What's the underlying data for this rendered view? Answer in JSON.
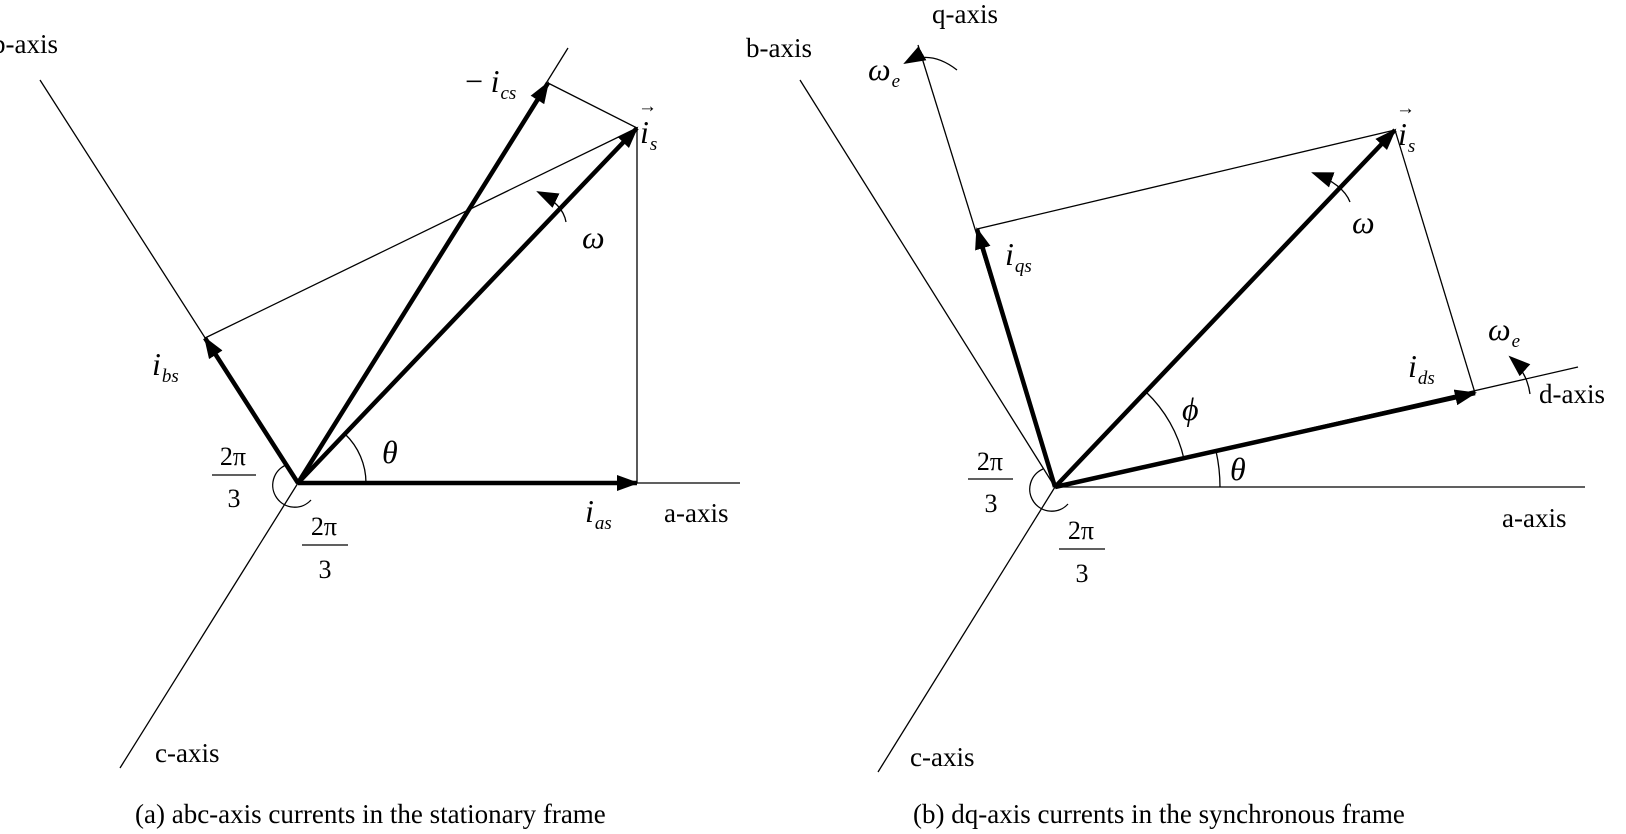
{
  "panel_a": {
    "axes": {
      "a": "a-axis",
      "b": "b-axis",
      "c": "c-axis"
    },
    "vectors": {
      "ias": {
        "main": "i",
        "sub": "as"
      },
      "ibs": {
        "main": "i",
        "sub": "bs"
      },
      "neg_ics": {
        "prefix": "−",
        "main": "i",
        "sub": "cs"
      },
      "is": {
        "main": "i",
        "sub": "s",
        "arrow": "→"
      }
    },
    "angles": {
      "theta": "θ",
      "omega": "ω",
      "two_pi_over_3_left": {
        "num": "2π",
        "den": "3"
      },
      "two_pi_over_3_bottom": {
        "num": "2π",
        "den": "3"
      }
    },
    "caption": "(a)  abc-axis currents in the stationary frame"
  },
  "panel_b": {
    "axes": {
      "a": "a-axis",
      "b": "b-axis",
      "c": "c-axis",
      "d": "d-axis",
      "q": "q-axis"
    },
    "vectors": {
      "ids": {
        "main": "i",
        "sub": "ds"
      },
      "iqs": {
        "main": "i",
        "sub": "qs"
      },
      "is": {
        "main": "i",
        "sub": "s",
        "arrow": "→"
      }
    },
    "angles": {
      "theta": "θ",
      "phi": "ϕ",
      "omega": "ω",
      "omega_e_q": {
        "main": "ω",
        "sub": "e"
      },
      "omega_e_d": {
        "main": "ω",
        "sub": "e"
      },
      "two_pi_over_3_left": {
        "num": "2π",
        "den": "3"
      },
      "two_pi_over_3_bottom": {
        "num": "2π",
        "den": "3"
      }
    },
    "caption": "(b)  dq-axis currents in the synchronous frame"
  }
}
